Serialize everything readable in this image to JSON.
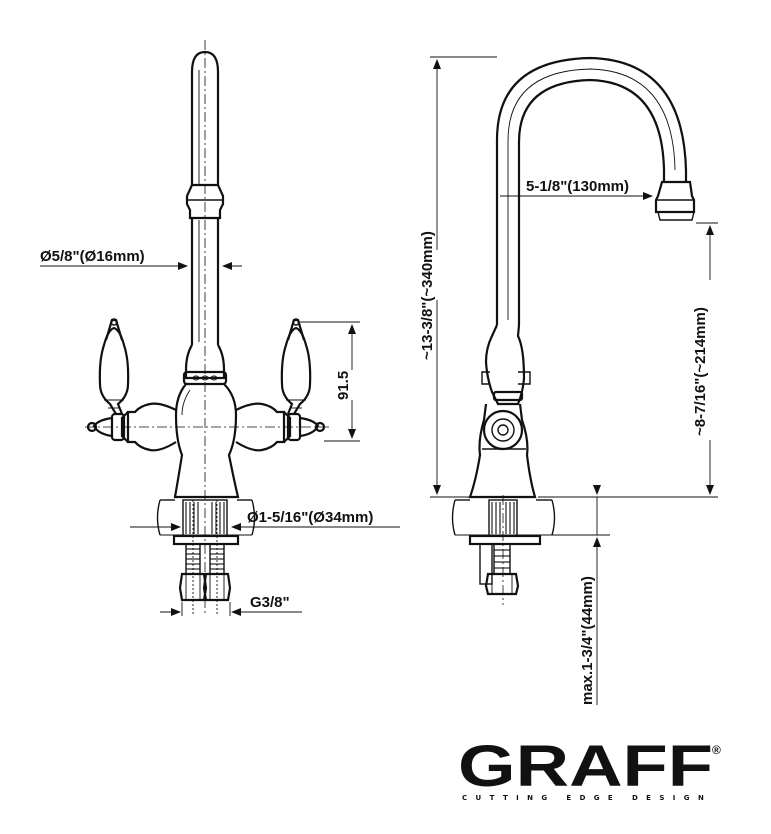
{
  "dimensions": {
    "spout_diameter": "Ø5/8\"(Ø16mm)",
    "handle_height": "91.5",
    "base_diameter": "Ø1-5/16\"(Ø34mm)",
    "thread": "G3/8\"",
    "total_height": "~13-3/8\"(~340mm)",
    "reach": "5-1/8\"(130mm)",
    "spout_height": "~8-7/16\"(~214mm)",
    "deck_thickness": "max.1-3/4\"(44mm)"
  },
  "brand": {
    "name": "GRAFF",
    "registered": "®",
    "tagline": "CUTTING EDGE DESIGN"
  }
}
